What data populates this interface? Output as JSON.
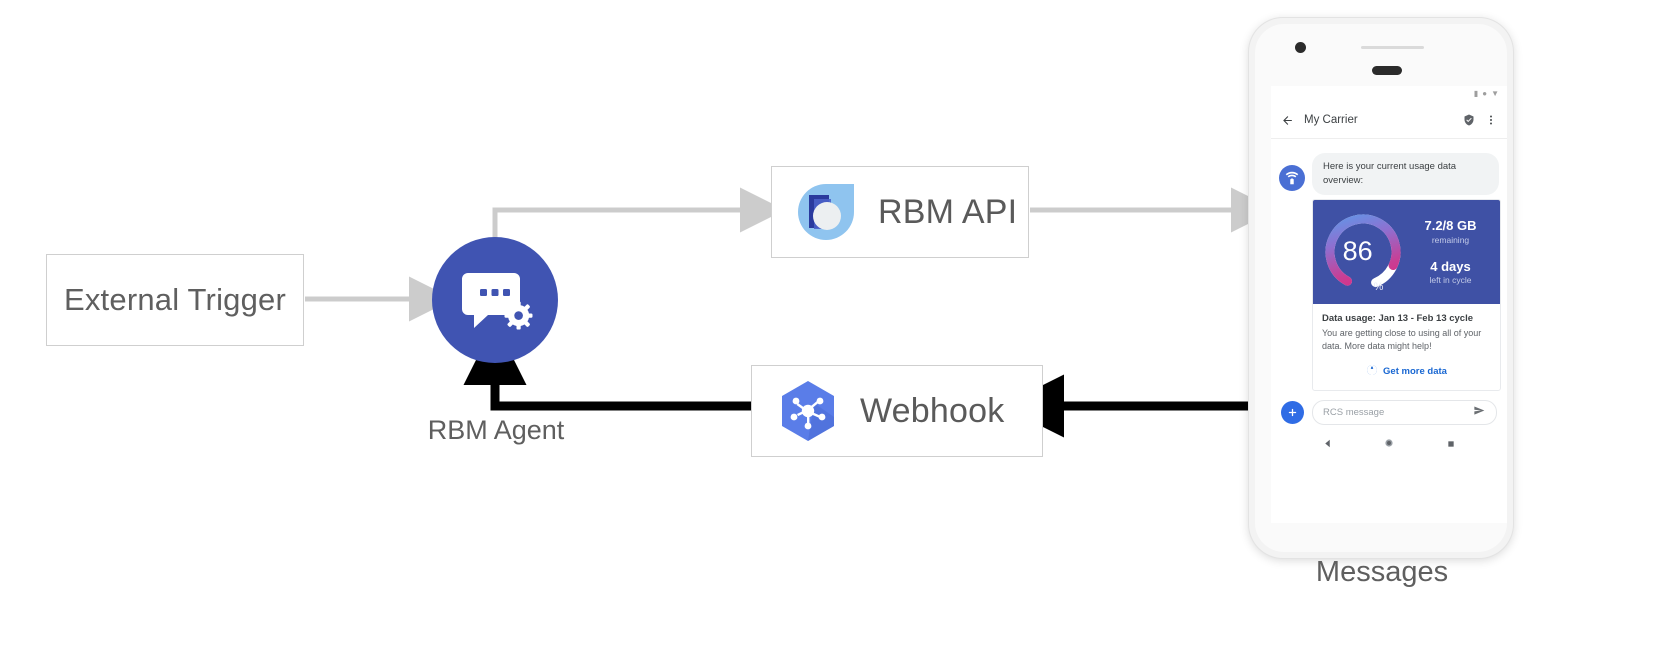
{
  "diagram": {
    "nodes": {
      "external_trigger": {
        "label": "External Trigger"
      },
      "rbm_agent": {
        "label": "RBM Agent",
        "icon": "chat-gear-icon"
      },
      "rbm_api": {
        "label": "RBM API",
        "icon": "rbm-api-droplet-icon"
      },
      "webhook": {
        "label": "Webhook",
        "icon": "cloud-functions-hexagon-icon"
      }
    },
    "edges": [
      {
        "name": "trigger-to-agent",
        "from": "External Trigger",
        "to": "RBM Agent",
        "color": "#cccccc"
      },
      {
        "name": "agent-to-rbm-api",
        "from": "RBM Agent",
        "to": "RBM API",
        "color": "#cccccc"
      },
      {
        "name": "rbm-api-to-phone",
        "from": "RBM API",
        "to": "Messages",
        "color": "#cccccc"
      },
      {
        "name": "phone-to-webhook",
        "from": "Messages",
        "to": "Webhook",
        "color": "#000000"
      },
      {
        "name": "webhook-to-agent",
        "from": "Webhook",
        "to": "RBM Agent",
        "color": "#000000"
      }
    ],
    "colors": {
      "agent_blue": "#4054b2",
      "arrow_grey": "#cccccc",
      "arrow_black": "#000000",
      "box_border": "#cfcfcf",
      "text_grey": "#5f5f5f"
    }
  },
  "phone": {
    "caption": "Messages",
    "status_bar": {
      "icons": [
        "signal-icon",
        "wifi-icon",
        "battery-icon"
      ]
    },
    "toolbar": {
      "back_icon": "back-arrow-icon",
      "title": "My Carrier",
      "verified_icon": "verified-shield-icon",
      "overflow_icon": "more-vert-icon"
    },
    "conversation": {
      "avatar_icon": "carrier-signal-icon",
      "bubble_text": "Here is your current usage data overview:",
      "rich_card": {
        "gauge": {
          "percent": "86",
          "percent_symbol": "%",
          "value": 86,
          "track_colors": [
            "#5b9bea",
            "#8f6fd0",
            "#d2358f",
            "#e0267e"
          ],
          "remaining_color": "#ffffff",
          "hero_bg": "#3f51a5"
        },
        "stats": [
          {
            "name": "data-remaining",
            "big": "7.2/8 GB",
            "small": "remaining"
          },
          {
            "name": "days-left",
            "big": "4 days",
            "small": "left in cycle"
          }
        ],
        "title": "Data usage: Jan 13 - Feb 13 cycle",
        "description": "You are getting close to using all of your data. More data might help!",
        "action": {
          "icon": "globe-icon",
          "label": "Get more data",
          "color": "#1967d2"
        }
      }
    },
    "composer": {
      "plus_icon": "plus-icon",
      "placeholder": "RCS message",
      "send_icon": "send-icon"
    },
    "navbar": {
      "icons": [
        "back-triangle-icon",
        "home-circle-icon",
        "recents-square-icon"
      ]
    }
  }
}
